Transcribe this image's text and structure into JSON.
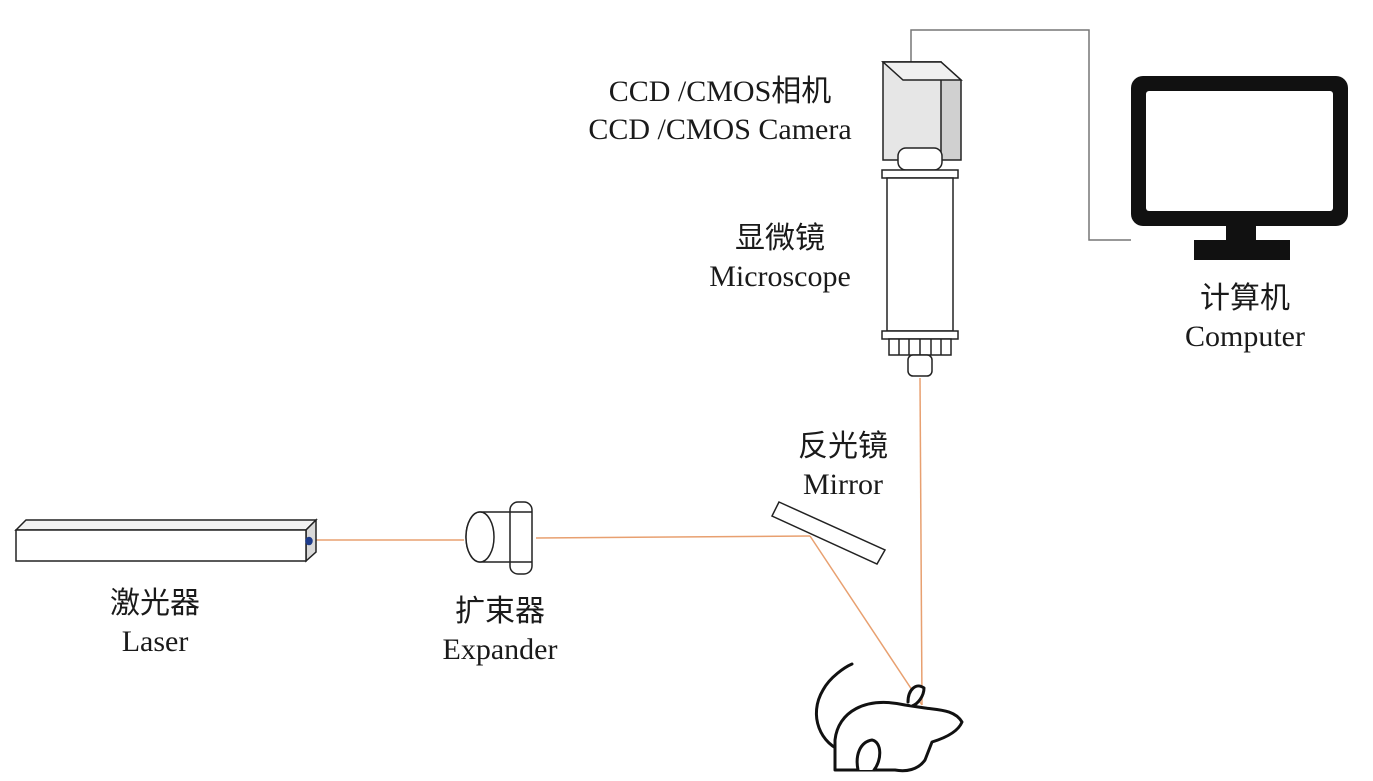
{
  "labels": {
    "camera": {
      "zh": "CCD /CMOS相机",
      "en": "CCD /CMOS Camera"
    },
    "microscope": {
      "zh": "显微镜",
      "en": "Microscope"
    },
    "computer": {
      "zh": "计算机",
      "en": "Computer"
    },
    "mirror": {
      "zh": "反光镜",
      "en": "Mirror"
    },
    "laser": {
      "zh": "激光器",
      "en": "Laser"
    },
    "expander": {
      "zh": "扩束器",
      "en": "Expander"
    }
  },
  "colors": {
    "beam": "#e8a070",
    "outline": "#222222",
    "cable": "#777777",
    "monitor": "#111111",
    "camera_fill": "#e6e6e6"
  },
  "icons": {
    "subject": "mouse-icon"
  }
}
